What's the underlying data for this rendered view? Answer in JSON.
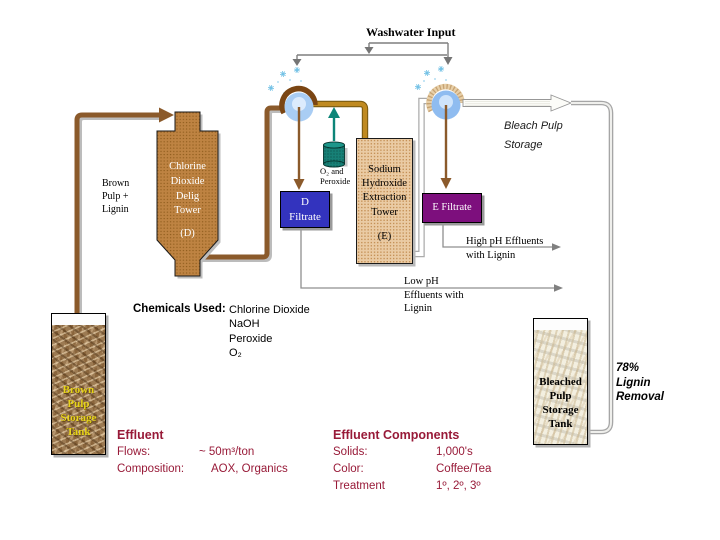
{
  "diagram_title": "Washwater Input",
  "labels": {
    "washwater_input": "Washwater Input",
    "brown_pulp_lignin": "Brown\nPulp +\nLignin",
    "o2_peroxide": "O₂ and\nPeroxide",
    "bleach_pulp_storage": "Bleach Pulp\nStorage",
    "high_ph_effluents": "High pH Effluents\nwith Lignin",
    "low_ph_effluents": "Low pH\nEffluents with\nLignin",
    "lignin_removal": "78%\nLignin\nRemoval"
  },
  "towers": {
    "chlorine_tower_lines": "Chlorine\nDioxide\nDelig\nTower",
    "chlorine_tower_tag": "(D)",
    "extraction_tower_lines": "Sodium\nHydroxide\nExtraction\nTower",
    "extraction_tower_tag": "(E)"
  },
  "boxes": {
    "d_filtrate": "D\nFiltrate",
    "e_filtrate": "E Filtrate"
  },
  "tanks": {
    "brown_tank": "Brown\nPulp\nStorage\nTank",
    "bleached_tank": "Bleached\nPulp\nStorage\nTank"
  },
  "chemicals": {
    "heading": "Chemicals Used:",
    "items": "Chlorine Dioxide\nNaOH\nPeroxide\nO₂"
  },
  "effluent": {
    "heading": "Effluent",
    "rows": [
      {
        "label": "Flows:",
        "value": "~ 50m³/ton"
      },
      {
        "label": "Composition:",
        "value": "AOX, Organics"
      }
    ]
  },
  "effluent_components": {
    "heading": "Effluent Components",
    "rows": [
      {
        "label": "Solids:",
        "value": "1,000's"
      },
      {
        "label": "Color:",
        "value": "Coffee/Tea"
      },
      {
        "label": "Treatment",
        "value": "1º, 2º, 3º"
      }
    ]
  },
  "colors": {
    "maroon_text": "#981A38",
    "tower_brown": "#BE8342",
    "tower_tan": "#EACBA4",
    "d_filtrate_blue": "#3333BE",
    "e_filtrate_purple": "#7D0F7D",
    "chemical_teal": "#178076",
    "pipe_brown": "#8B5A2B",
    "pipe_gold": "#C08A20",
    "washer_blue": "#A9CDF4",
    "line_gray": "#808080",
    "tank_text_yellow": "#E8D41C"
  }
}
